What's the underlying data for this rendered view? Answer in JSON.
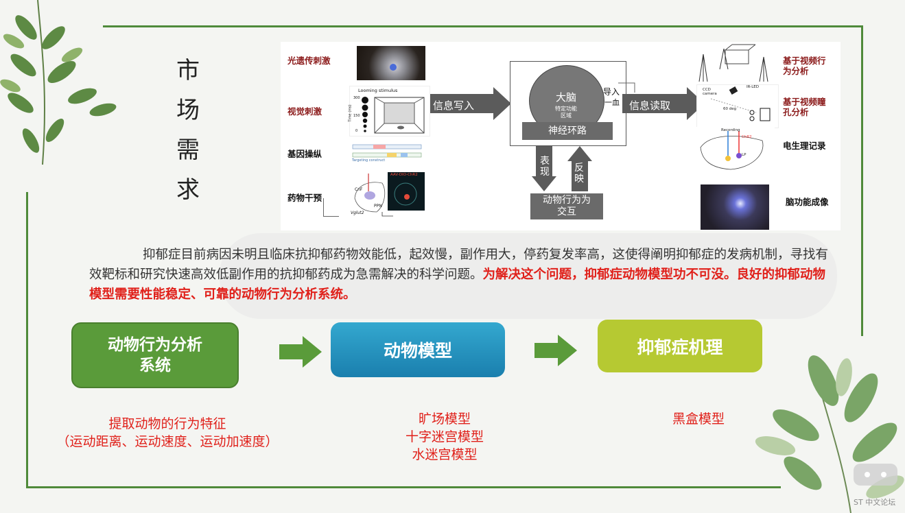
{
  "title_chars": [
    "市",
    "场",
    "需",
    "求"
  ],
  "diagram": {
    "left_labels": [
      "光遗传刺激",
      "视觉刺激",
      "基因操纵",
      "药物干预"
    ],
    "right_labels": [
      "基于视频行为分析",
      "基于视频瞳孔分析",
      "电生理记录",
      "脑功能成像"
    ],
    "info_write": "信息写入",
    "info_read": "信息读取",
    "brain": "大脑",
    "brain_sub1": "特定功能",
    "brain_sub2": "区域",
    "circuit": "神经环路",
    "show_v": [
      "表",
      "现"
    ],
    "reflect_v": [
      "反",
      "映"
    ],
    "interact_l1": "动物行为为",
    "interact_l2": "交互",
    "inset_a": "导入",
    "inset_b": "一血",
    "looming": "Looming stimulus",
    "time_axis": "Time (ms)",
    "t300": "300",
    "t150": "150",
    "t0": "0",
    "targeting": "Targeting construct",
    "aav": "AAV-DIO-ChR2",
    "cnf": "CnF",
    "ppn": "PPN",
    "vglut": "Vglut2",
    "ccd": "CCD camera",
    "irled": "IR-LED",
    "deg": "60 deg",
    "recording": "Recording",
    "chr2": "ChR2",
    "lp": "LP"
  },
  "paragraph": {
    "normal": "抑郁症目前病因未明且临床抗抑郁药物效能低，起效慢，副作用大，停药复发率高，这使得阐明抑郁症的发病机制，寻找有效靶标和研究快速高效低副作用的抗抑郁药成为急需解决的科学问题。",
    "highlight": "为解决这个问题，抑郁症动物模型功不可没。良好的抑郁动物模型需要性能稳定、可靠的动物行为分析系统。"
  },
  "flow": [
    {
      "line1": "动物行为分析",
      "line2": "系统"
    },
    {
      "label": "动物模型"
    },
    {
      "label": "抑郁症机理"
    }
  ],
  "sub1": [
    "提取动物的行为特征",
    "（运动距离、运动速度、运动加速度）"
  ],
  "sub2": [
    "旷场模型",
    "十字迷宫模型",
    "水迷宫模型"
  ],
  "sub3": [
    "黑盒模型"
  ],
  "watermark": "ST 中文论坛",
  "colors": {
    "frame": "#4f8a3a",
    "green_box": "#5a9b3a",
    "blue_box": "#1a7fae",
    "lime_box": "#b6c932",
    "highlight": "#e0201a"
  }
}
